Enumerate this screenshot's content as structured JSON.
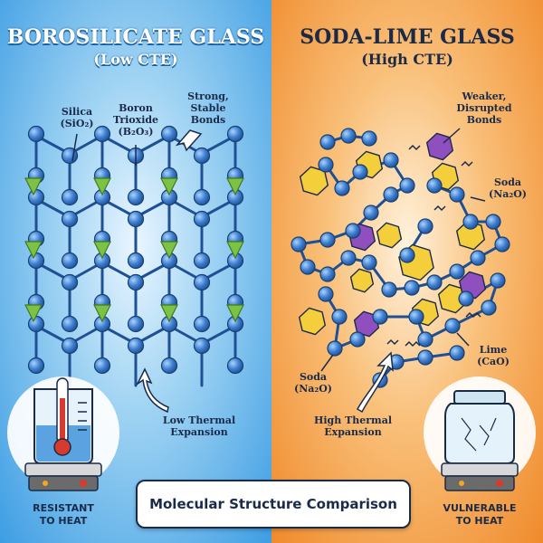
{
  "left_panel": {
    "title": "BOROSILICATE GLASS",
    "subtitle": "(Low CTE)",
    "labels": {
      "silica": "Silica",
      "silica_formula": "(SiO₂)",
      "boron": "Boron",
      "boron2": "Trioxide",
      "boron_formula": "(B₂O₃)",
      "bonds1": "Strong,",
      "bonds2": "Stable",
      "bonds3": "Bonds",
      "expansion1": "Low Thermal",
      "expansion2": "Expansion"
    },
    "footer1": "RESISTANT",
    "footer2": "TO HEAT",
    "colors": {
      "atom": "#3f7fd0",
      "triangle": "#7cc243"
    }
  },
  "right_panel": {
    "title": "SODA-LIME GLASS",
    "subtitle": "(High CTE)",
    "labels": {
      "weaker1": "Weaker,",
      "weaker2": "Disrupted",
      "weaker3": "Bonds",
      "soda_a1": "Soda",
      "soda_a2": "(Na₂O)",
      "lime1": "Lime",
      "lime2": "(CaO)",
      "soda_b1": "Soda",
      "soda_b2": "(Na₂O)",
      "expansion1": "High Thermal",
      "expansion2": "Expansion"
    },
    "footer1": "VULNERABLE",
    "footer2": "TO HEAT",
    "colors": {
      "soda": "#f5cf3b",
      "lime": "#8f4fbf"
    }
  },
  "badge": "Molecular Structure Comparison"
}
